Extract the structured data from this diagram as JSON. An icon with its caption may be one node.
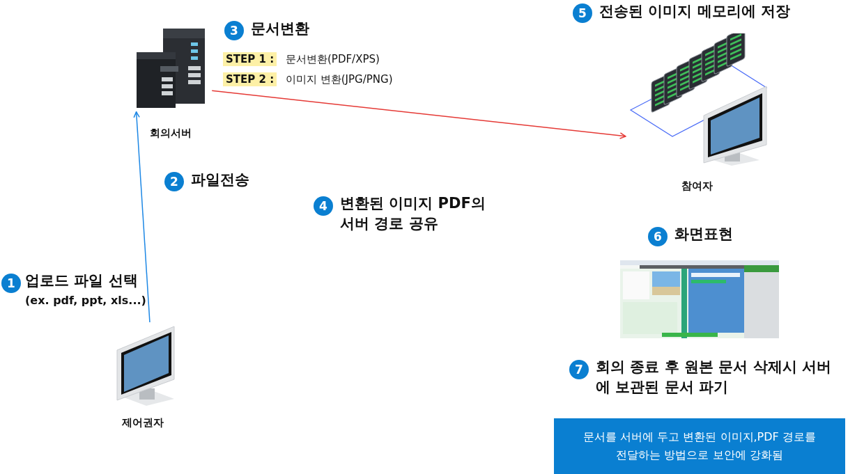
{
  "diagram": {
    "nodes": [
      {
        "text": [],
        "shape": "picture",
        "beside": [
          "회의서버"
        ]
      },
      {
        "text": [],
        "shape": "picture",
        "beside": [
          "제어권자"
        ]
      },
      {
        "text": [],
        "shape": "picture",
        "beside": [
          "참여자"
        ]
      },
      {
        "text": [],
        "shape": "picture"
      },
      {
        "text": [
          "문서를 서버에 두고 변환된 이미지,PDF 경로를 전달하는 방법으로 보안에 강화됨"
        ]
      }
    ],
    "edges": [
      {
        "from": 1,
        "to": 0,
        "arrow": "to",
        "color": "#1e88e5"
      },
      {
        "from": 0,
        "to": 2,
        "arrow": "to",
        "color": "#e53935"
      }
    ],
    "labels": [
      "5",
      "전송된 이미지 메모리에 저장",
      "3",
      "문서변환",
      "STEP 1 :",
      "문서변환(PDF/XPS)",
      "STEP 2 :",
      "이미지 변환(JPG/PNG)",
      "2",
      "파일전송",
      "4",
      "변환된 이미지 PDF의 서버 경로 공유",
      "6",
      "화면표현",
      "1",
      "업로드 파일 선택",
      "(ex. pdf, ppt, xls...)",
      "7",
      "회의 종료 후 원본 문서 삭제시 서버에 보관된 문서 파기"
    ]
  }
}
